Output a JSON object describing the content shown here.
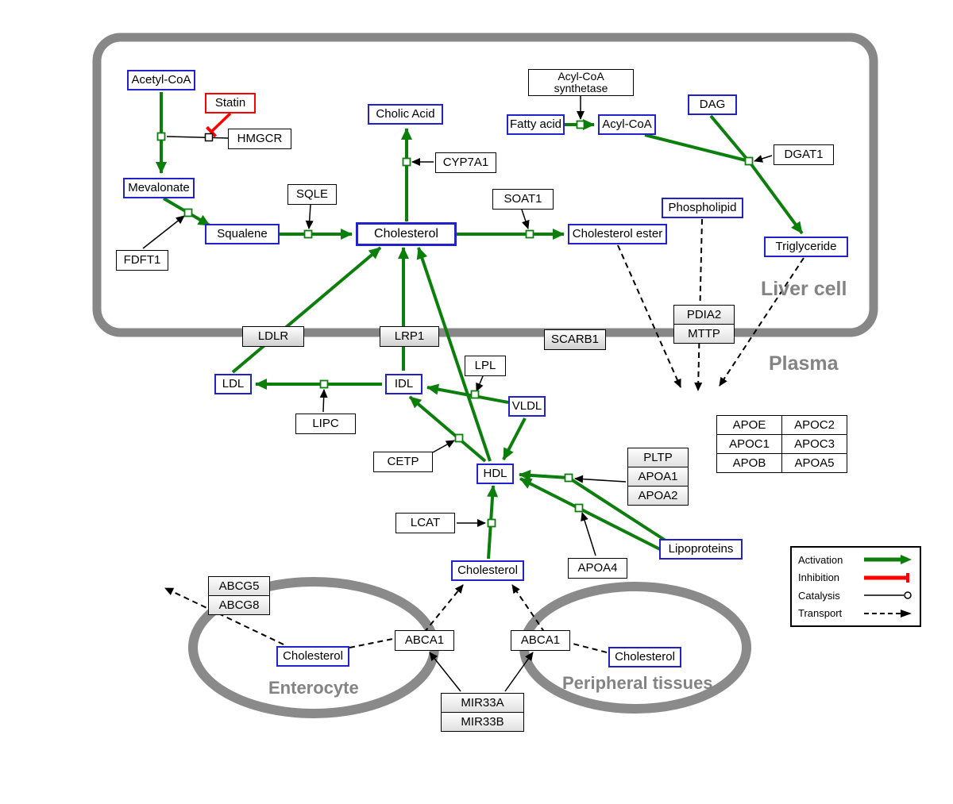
{
  "colors": {
    "activation": "#0c7e0c",
    "inhibition": "#ff0000",
    "metabolite_border": "#2222cc",
    "membrane": "#878787"
  },
  "compartments": {
    "liver_cell": "Liver cell",
    "plasma": "Plasma",
    "enterocyte": "Enterocyte",
    "peripheral_tissues": "Peripheral tissues"
  },
  "nodes": {
    "acetyl_coa": "Acetyl-CoA",
    "statin": "Statin",
    "hmgcr": "HMGCR",
    "mevalonate": "Mevalonate",
    "fdft1": "FDFT1",
    "squalene": "Squalene",
    "sqle": "SQLE",
    "cholic_acid": "Cholic Acid",
    "cyp7a1": "CYP7A1",
    "cholesterol_liver": "Cholesterol",
    "soat1": "SOAT1",
    "cholesterol_ester": "Cholesterol ester",
    "acyl_coa_synthetase_1": "Acyl-CoA",
    "acyl_coa_synthetase_2": "synthetase",
    "fatty_acid": "Fatty acid",
    "acyl_coa": "Acyl-CoA",
    "dag": "DAG",
    "dgat1": "DGAT1",
    "phospholipid": "Phospholipid",
    "triglyceride": "Triglyceride",
    "ldlr": "LDLR",
    "lrp1": "LRP1",
    "scarb1": "SCARB1",
    "pdia2": "PDIA2",
    "mttp": "MTTP",
    "ldl": "LDL",
    "idl": "IDL",
    "lipc": "LIPC",
    "lpl": "LPL",
    "vldl": "VLDL",
    "cetp": "CETP",
    "hdl": "HDL",
    "lcat": "LCAT",
    "pltp": "PLTP",
    "apoa1": "APOA1",
    "apoa2": "APOA2",
    "apoa4": "APOA4",
    "lipoproteins": "Lipoproteins",
    "cholesterol_plasma": "Cholesterol",
    "abcg5": "ABCG5",
    "abcg8": "ABCG8",
    "cholesterol_enterocyte": "Cholesterol",
    "abca1_left": "ABCA1",
    "abca1_right": "ABCA1",
    "cholesterol_peripheral": "Cholesterol",
    "mir33a": "MIR33A",
    "mir33b": "MIR33B"
  },
  "apo_table": [
    [
      "APOE",
      "APOC2"
    ],
    [
      "APOC1",
      "APOC3"
    ],
    [
      "APOB",
      "APOA5"
    ]
  ],
  "legend": {
    "activation": "Activation",
    "inhibition": "Inhibition",
    "catalysis": "Catalysis",
    "transport": "Transport"
  }
}
